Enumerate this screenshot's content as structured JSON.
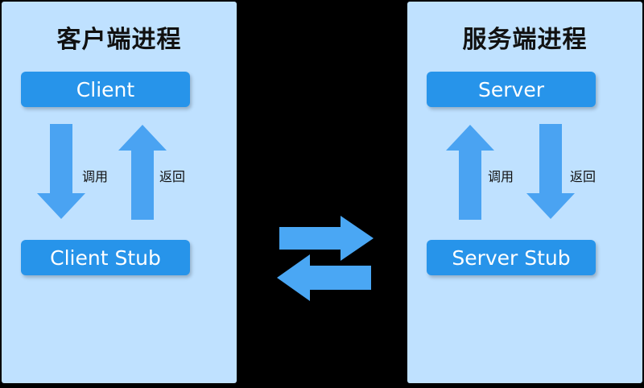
{
  "client_panel": {
    "title": "客户端进程",
    "top_node": "Client",
    "bottom_node": "Client Stub",
    "down_label": "调用",
    "up_label": "返回"
  },
  "server_panel": {
    "title": "服务端进程",
    "top_node": "Server",
    "bottom_node": "Server Stub",
    "up_label": "调用",
    "down_label": "返回"
  },
  "colors": {
    "background": "#000000",
    "panel": "#bfe1ff",
    "node": "#2794ea",
    "arrow": "#4aa3f2"
  },
  "icons": {
    "client_call": "arrow-down-icon",
    "client_return": "arrow-up-icon",
    "server_call": "arrow-up-icon",
    "server_return": "arrow-down-icon",
    "exchange": "swap-arrows-icon"
  }
}
